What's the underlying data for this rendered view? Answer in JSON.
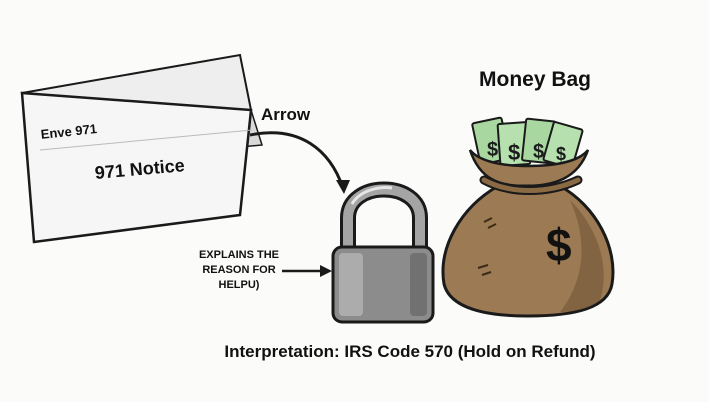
{
  "diagram": {
    "money_bag_label": "Money Bag",
    "arrow_label": "Arrow",
    "envelope": {
      "small_label": "Enve 971",
      "main_label": "971 Notice"
    },
    "explains_lines": [
      "EXPLAINS THE",
      "REASON FOR",
      "HELPU)"
    ],
    "bag_symbol": "$",
    "footer": "Interpretation: IRS Code 570 (Hold on Refund)"
  },
  "colors": {
    "background": "#fbfbfa",
    "bag": "#9c7a54",
    "bag_dark": "#6f5233",
    "cash": "#a8d8a0",
    "lock_body": "#8c8c8c",
    "envelope": "#f4f4f4",
    "outline": "#1a1a1a"
  }
}
